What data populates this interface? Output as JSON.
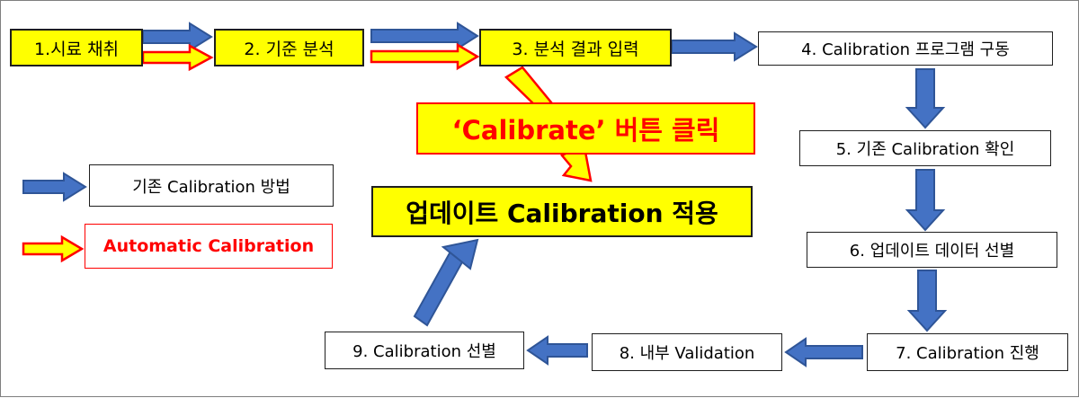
{
  "colors": {
    "blue_arrow_fill": "#4472c4",
    "blue_arrow_stroke": "#2f5597",
    "yellow_fill": "#ffff00",
    "red": "#ff0000"
  },
  "steps": {
    "step1": "1.시료 채취",
    "step2": "2. 기준 분석",
    "step3": "3. 분석 결과 입력",
    "step4": "4. Calibration 프로그램 구동",
    "step5": "5. 기존 Calibration 확인",
    "step6": "6. 업데이트 데이터 선별",
    "step7": "7. Calibration 진행",
    "step8": "8. 내부 Validation",
    "step9": "9. Calibration 선별"
  },
  "callouts": {
    "calibrate_click": "‘Calibrate’ 버튼 클릭",
    "apply_update": "업데이트 Calibration 적용"
  },
  "legend": {
    "existing_method": "기존 Calibration 방법",
    "automatic": "Automatic Calibration"
  }
}
